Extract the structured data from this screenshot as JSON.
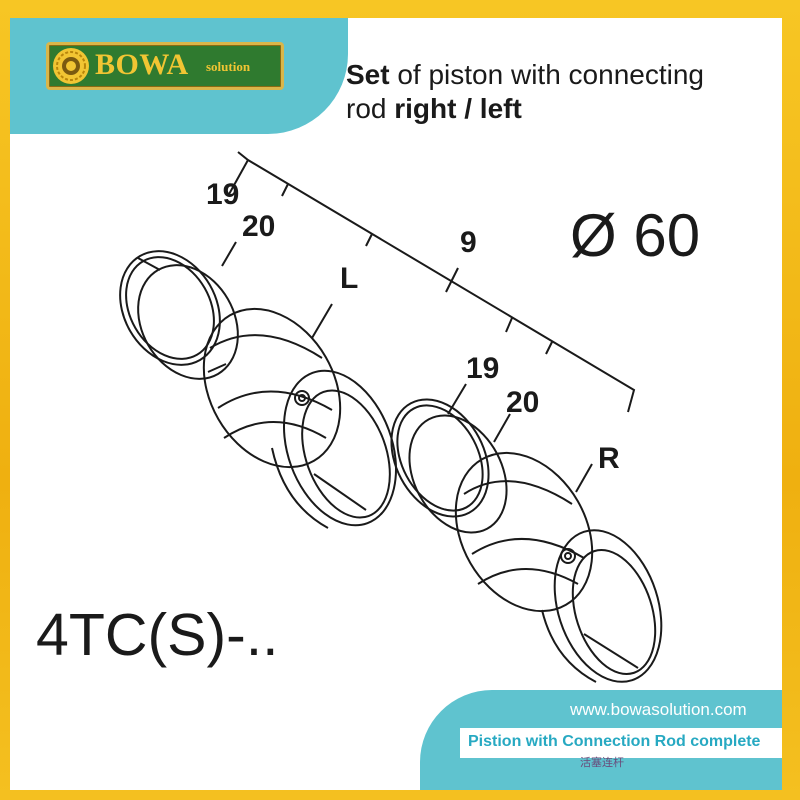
{
  "brand": {
    "name": "BOWA",
    "suffix": "solution"
  },
  "title": {
    "line1_bold": "Set",
    "line1_rest": " of piston with connecting",
    "line2_start": "rod ",
    "line2_bold": "right / left"
  },
  "diagram": {
    "labels": {
      "ring_top_left": "19",
      "ring_second_left": "20",
      "piston_left": "L",
      "rod": "9",
      "ring_top_right": "19",
      "ring_second_right": "20",
      "piston_right": "R"
    },
    "diameter": "Ø 60"
  },
  "model": "4TC(S)-..",
  "footer": {
    "url": "www.bowasolution.com",
    "caption": "Pistion with Connection Rod complete",
    "caption_cn": "活塞连杆"
  },
  "colors": {
    "frame": "#f2b618",
    "teal": "#5fc3cf",
    "logo_green": "#2f7a2f",
    "logo_gold": "#f1c533",
    "caption_blue": "#27a9c2"
  }
}
